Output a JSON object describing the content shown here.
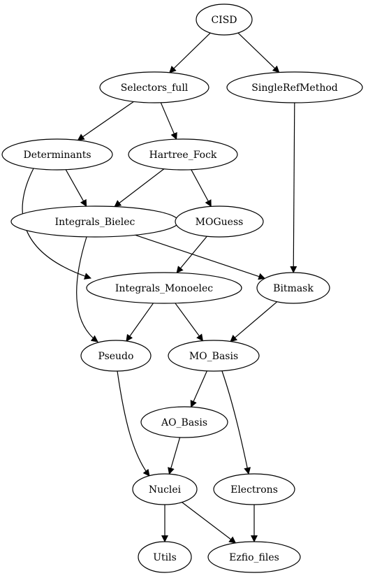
{
  "diagram": {
    "nodes": [
      {
        "id": "cisd",
        "label": "CISD",
        "color": "#e8001c"
      },
      {
        "id": "selectors_full",
        "label": "Selectors_full"
      },
      {
        "id": "singlerefmethod",
        "label": "SingleRefMethod"
      },
      {
        "id": "determinants",
        "label": "Determinants"
      },
      {
        "id": "hartree_fock",
        "label": "Hartree_Fock"
      },
      {
        "id": "integrals_bielec",
        "label": "Integrals_Bielec"
      },
      {
        "id": "moguess",
        "label": "MOGuess"
      },
      {
        "id": "integrals_monoelec",
        "label": "Integrals_Monoelec"
      },
      {
        "id": "bitmask",
        "label": "Bitmask"
      },
      {
        "id": "pseudo",
        "label": "Pseudo"
      },
      {
        "id": "mo_basis",
        "label": "MO_Basis"
      },
      {
        "id": "ao_basis",
        "label": "AO_Basis"
      },
      {
        "id": "nuclei",
        "label": "Nuclei"
      },
      {
        "id": "electrons",
        "label": "Electrons"
      },
      {
        "id": "utils",
        "label": "Utils"
      },
      {
        "id": "ezfio_files",
        "label": "Ezfio_files"
      }
    ],
    "edges": [
      [
        "cisd",
        "selectors_full"
      ],
      [
        "cisd",
        "singlerefmethod"
      ],
      [
        "selectors_full",
        "determinants"
      ],
      [
        "selectors_full",
        "hartree_fock"
      ],
      [
        "singlerefmethod",
        "bitmask"
      ],
      [
        "determinants",
        "integrals_bielec"
      ],
      [
        "determinants",
        "integrals_monoelec"
      ],
      [
        "hartree_fock",
        "integrals_bielec"
      ],
      [
        "hartree_fock",
        "moguess"
      ],
      [
        "integrals_bielec",
        "pseudo"
      ],
      [
        "integrals_bielec",
        "bitmask"
      ],
      [
        "moguess",
        "integrals_monoelec"
      ],
      [
        "integrals_monoelec",
        "pseudo"
      ],
      [
        "integrals_monoelec",
        "mo_basis"
      ],
      [
        "bitmask",
        "mo_basis"
      ],
      [
        "pseudo",
        "nuclei"
      ],
      [
        "mo_basis",
        "ao_basis"
      ],
      [
        "mo_basis",
        "electrons"
      ],
      [
        "ao_basis",
        "nuclei"
      ],
      [
        "nuclei",
        "utils"
      ],
      [
        "nuclei",
        "ezfio_files"
      ],
      [
        "electrons",
        "ezfio_files"
      ]
    ]
  }
}
